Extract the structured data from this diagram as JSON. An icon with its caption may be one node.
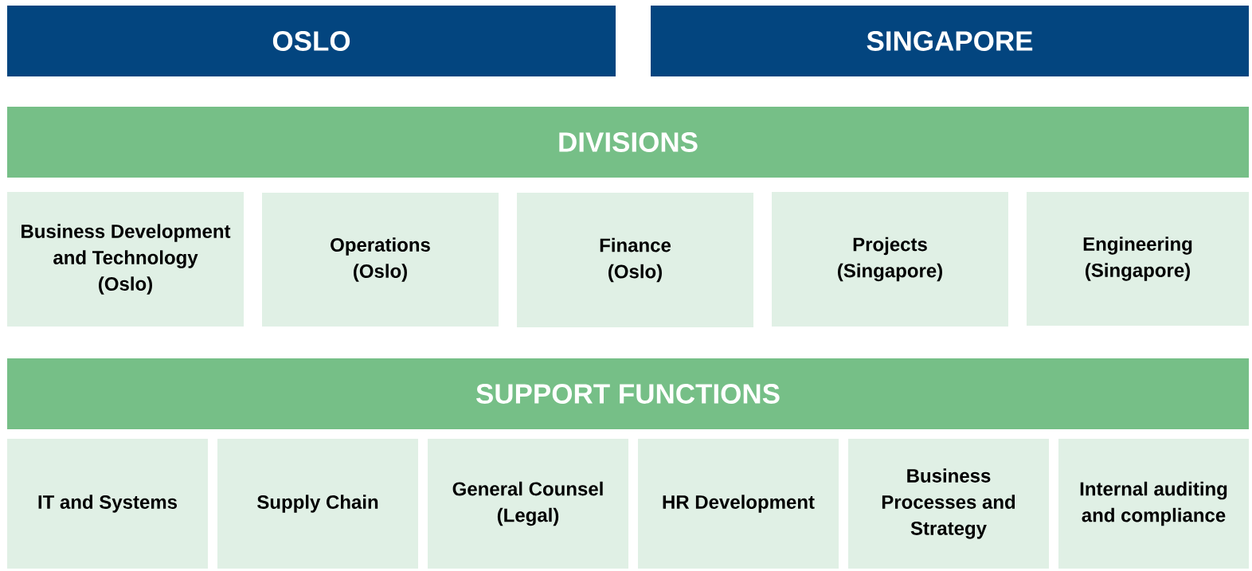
{
  "diagram": {
    "nodes": [
      {
        "text": [
          "OSLO"
        ]
      },
      {
        "text": [
          "SINGAPORE"
        ]
      },
      {
        "text": [
          "DIVISIONS"
        ]
      },
      {
        "text": [
          "Business Development and Technology",
          "(Oslo)"
        ]
      },
      {
        "text": [
          "Operations",
          "(Oslo)"
        ]
      },
      {
        "text": [
          "Finance",
          "(Oslo)"
        ]
      },
      {
        "text": [
          "Projects",
          "(Singapore)"
        ]
      },
      {
        "text": [
          "Engineering",
          "(Singapore)"
        ]
      },
      {
        "text": [
          "SUPPORT FUNCTIONS"
        ]
      },
      {
        "text": [
          "IT and Systems"
        ]
      },
      {
        "text": [
          "Supply Chain"
        ]
      },
      {
        "text": [
          "General Counsel",
          "(Legal)"
        ]
      },
      {
        "text": [
          "HR Development"
        ]
      },
      {
        "text": [
          "Business Processes and Strategy"
        ]
      },
      {
        "text": [
          "Internal auditing and compliance"
        ]
      }
    ]
  }
}
